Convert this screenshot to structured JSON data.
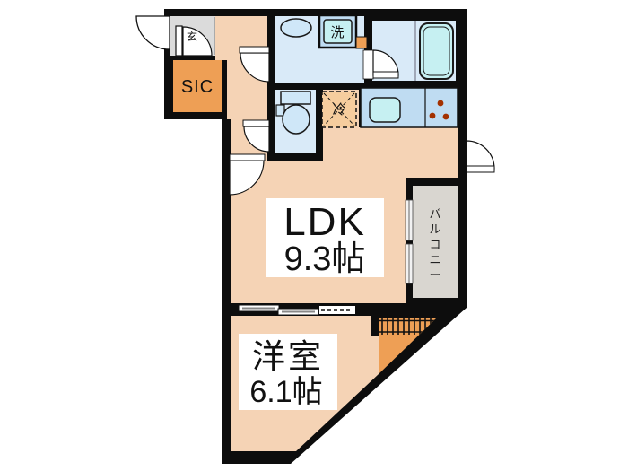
{
  "plan": {
    "background": "#FFFFFF",
    "rooms": {
      "entrance": {
        "label": "玄"
      },
      "shoe_closet": {
        "label": "SIC"
      },
      "washing_machine": {
        "label": "洗"
      },
      "refrigerator": {
        "label": "冷"
      },
      "ldk": {
        "label": "LDK",
        "size": "9.3帖"
      },
      "balcony": {
        "label": "バルコニー"
      },
      "western_room": {
        "label": "洋室",
        "size": "6.1帖"
      }
    },
    "colors": {
      "wall": "#0D0D0D",
      "floor_peach": "#F5D3B5",
      "wet_area_blue": "#D9EAF8",
      "counter_blue": "#BFDCF2",
      "fixture_cyan": "#C6F0F2",
      "fixture_pale": "#CFE7F8",
      "accent_orange": "#EE9F55",
      "fridge_fill": "#F6CD9E",
      "entrance_gray": "#DBDBDB",
      "balcony_gray": "#D9D6D0",
      "label_box": "#FFFFFF"
    }
  }
}
